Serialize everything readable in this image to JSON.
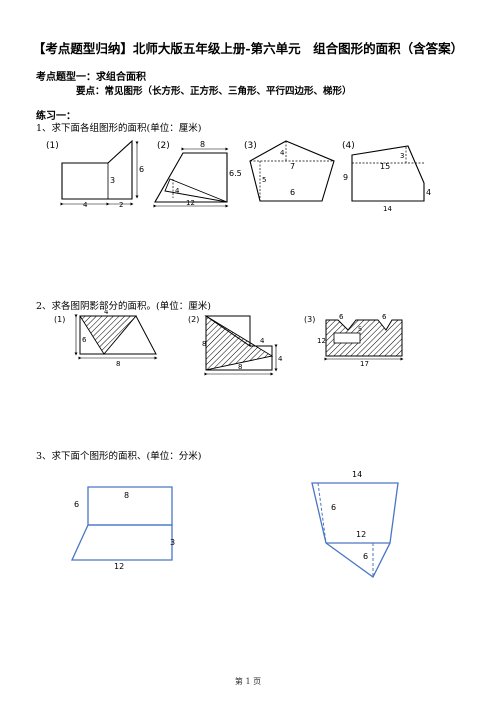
{
  "title": "【考点题型归纳】北师大版五年级上册-第六单元　组合图形的面积（含答案）",
  "section": {
    "type_label": "考点题型一：求组合面积",
    "key_point": "要点：常见图形（长方形、正方形、三角形、平行四边形、梯形）"
  },
  "exercise_heading": "练习一：",
  "q1": {
    "text": "1、求下面各组图形的面积(单位：厘米)",
    "fig1": {
      "num": "(1)",
      "a": "6",
      "b": "3",
      "c": "4",
      "d": "2"
    },
    "fig2": {
      "num": "(2)",
      "a": "8",
      "b": "6.5",
      "c": "4",
      "d": "12"
    },
    "fig3": {
      "num": "(3)",
      "a": "4",
      "b": "7",
      "c": "5",
      "d": "6"
    },
    "fig4": {
      "num": "(4)",
      "a": "3",
      "b": "15",
      "c": "9",
      "d": "4",
      "e": "14"
    }
  },
  "q2": {
    "text": "2、求各图阴影部分的面积。(单位：厘米)",
    "fig1": {
      "num": "(1)",
      "a": "6",
      "b": "4",
      "c": "8"
    },
    "fig2": {
      "num": "(2)",
      "a": "8",
      "b": "4",
      "c": "4",
      "d": "8"
    },
    "fig3": {
      "num": "(3)",
      "a": "6",
      "b": "6",
      "c": "5",
      "d": "12",
      "e": "17"
    }
  },
  "q3": {
    "text": "3、求下面个图形的面积、(单位：分米)",
    "fig1": {
      "top": "8",
      "left": "6",
      "right": "3",
      "bottom": "12"
    },
    "fig2": {
      "top": "14",
      "h1": "6",
      "mid": "12",
      "h2": "6"
    }
  },
  "footer": "第 1 页"
}
